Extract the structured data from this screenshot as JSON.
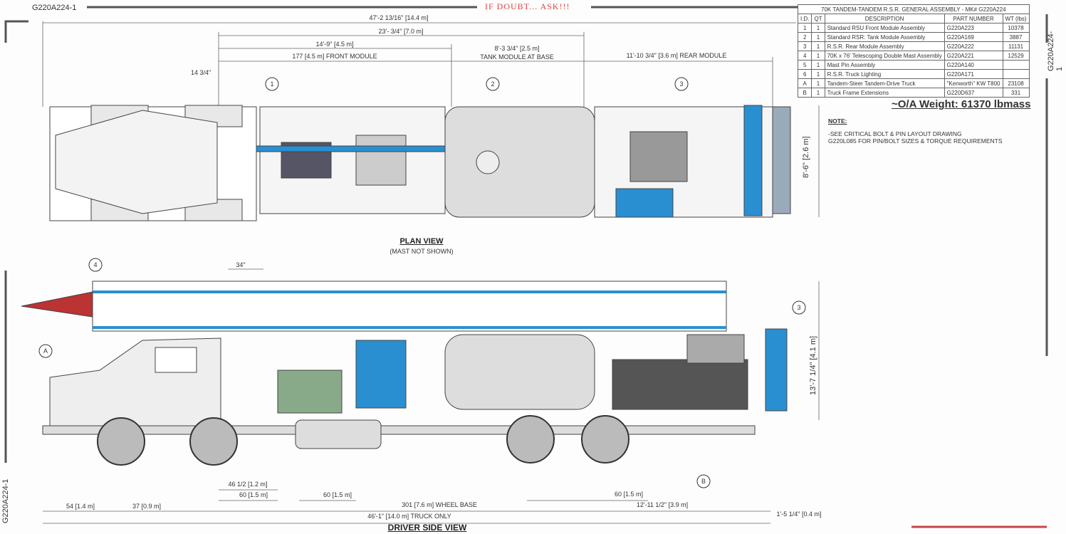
{
  "header": {
    "drawing_id": "G220A224-1",
    "warning": "IF DOUBT... ASK!!!",
    "side_id": "G220A224-1",
    "side_id_left": "G220A224-1"
  },
  "bom": {
    "title": "70K TANDEM-TANDEM R.S.R. GENERAL ASSEMBLY - MK# G220A224",
    "columns": [
      "I.D.",
      "QT",
      "DESCRIPTION",
      "PART NUMBER",
      "WT (lbs)"
    ],
    "rows": [
      [
        "1",
        "1",
        "Standard RSU Front Module Assembly",
        "G220A223",
        "10378"
      ],
      [
        "2",
        "1",
        "Standard RSR: Tank Module Assembly",
        "G220A169",
        "3887"
      ],
      [
        "3",
        "1",
        "R.S.R. Rear Module Assembly",
        "G220A222",
        "11131"
      ],
      [
        "4",
        "1",
        "70K x 76' Telescoping Double Mast Assembly",
        "G220A221",
        "12529"
      ],
      [
        "5",
        "1",
        "Mast Pin Assembly",
        "G220A140",
        ""
      ],
      [
        "6",
        "1",
        "R.S.R. Truck Lighting",
        "G220A171",
        ""
      ],
      [
        "A",
        "1",
        "Tandem-Steer Tandem-Drive Truck",
        "\"Kenworth\" KW T800",
        "23108"
      ],
      [
        "B",
        "1",
        "Truck Frame Extensions",
        "G220D637",
        "331"
      ]
    ]
  },
  "weight": "~O/A Weight: 61370 lbmass",
  "note": {
    "title": "NOTE:",
    "line1": "-SEE CRITICAL BOLT & PIN LAYOUT DRAWING",
    "line2": "G220L085 FOR PIN/BOLT SIZES & TORQUE REQUIREMENTS"
  },
  "plan": {
    "title": "PLAN VIEW",
    "subtitle": "(MAST NOT SHOWN)",
    "dims": {
      "overall": "47'-2 13/16\" [14.4 m]",
      "d23": "23'- 3/4\" [7.0 m]",
      "d14": "14'-9\" [4.5 m]",
      "front": "177 [4.5 m] FRONT MODULE",
      "tank1": "8'-3 3/4\" [2.5 m]",
      "tank2": "TANK MODULE AT BASE",
      "rear": "11'-10 3/4\" [3.6 m] REAR MODULE",
      "d1434": "14 3/4\"",
      "width": "8'-6\" [2.6 m]"
    },
    "callouts": [
      "1",
      "2",
      "3"
    ]
  },
  "side": {
    "title": "DRIVER SIDE VIEW",
    "dims": {
      "d34": "34\"",
      "height": "13'-7 1/4\" [4.1 m]",
      "d46": "46 1/2 [1.2 m]",
      "d60a": "60 [1.5 m]",
      "d60b": "60 [1.5 m]",
      "d60c": "60 [1.5 m]",
      "wheelbase": "301 [7.6 m] WHEEL BASE",
      "d54": "54 [1.4 m]",
      "d37": "37 [0.9 m]",
      "d1211": "12'-11 1/2\" [3.9 m]",
      "truck": "46'-1\" [14.0 m] TRUCK ONLY",
      "d15": "1'-5 1/4\" [0.4 m]"
    },
    "callouts": [
      "4",
      "3",
      "A",
      "B"
    ]
  }
}
